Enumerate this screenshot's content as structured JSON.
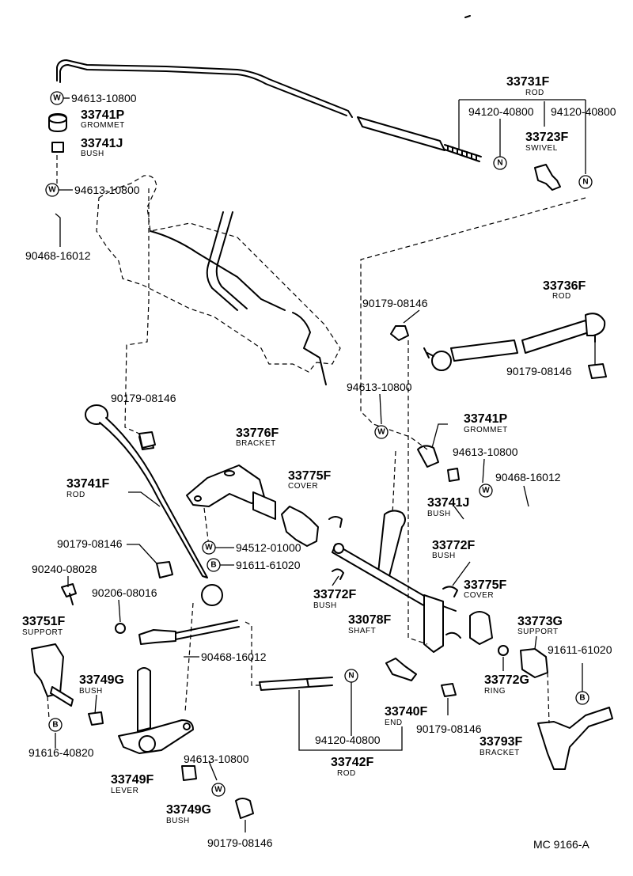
{
  "diagram_code": "MC 9166-A",
  "symbols": {
    "washer": "W",
    "nut": "N",
    "bolt": "B"
  },
  "parts": {
    "p94613_a": {
      "number": "94613-10800"
    },
    "p33741P_a": {
      "number": "33741P",
      "name": "GROMMET"
    },
    "p33741J_a": {
      "number": "33741J",
      "name": "BUSH"
    },
    "p94613_b": {
      "number": "94613-10800"
    },
    "p90468_a": {
      "number": "90468-16012"
    },
    "p33731F": {
      "number": "33731F",
      "name": "ROD"
    },
    "p94120_a": {
      "number": "94120-40800"
    },
    "p94120_b": {
      "number": "94120-40800"
    },
    "p33723F": {
      "number": "33723F",
      "name": "SWIVEL"
    },
    "p33736F": {
      "number": "33736F",
      "name": "ROD"
    },
    "p90179_a": {
      "number": "90179-08146"
    },
    "p90179_b": {
      "number": "90179-08146"
    },
    "p94613_c": {
      "number": "94613-10800"
    },
    "p90179_c": {
      "number": "90179-08146"
    },
    "p33741P_b": {
      "number": "33741P",
      "name": "GROMMET"
    },
    "p94613_d": {
      "number": "94613-10800"
    },
    "p90468_b": {
      "number": "90468-16012"
    },
    "p33741J_b": {
      "number": "33741J",
      "name": "BUSH"
    },
    "p33776F": {
      "number": "33776F",
      "name": "BRACKET"
    },
    "p33775F_a": {
      "number": "33775F",
      "name": "COVER"
    },
    "p33741F": {
      "number": "33741F",
      "name": "ROD"
    },
    "p94512": {
      "number": "94512-01000"
    },
    "p91611_a": {
      "number": "91611-61020"
    },
    "p90179_d": {
      "number": "90179-08146"
    },
    "p90240": {
      "number": "90240-08028"
    },
    "p90206": {
      "number": "90206-08016"
    },
    "p33772F_a": {
      "number": "33772F",
      "name": "BUSH"
    },
    "p33772F_b": {
      "number": "33772F",
      "name": "BUSH"
    },
    "p33775F_b": {
      "number": "33775F",
      "name": "COVER"
    },
    "p33078F": {
      "number": "33078F",
      "name": "SHAFT"
    },
    "p33773G": {
      "number": "33773G",
      "name": "SUPPORT"
    },
    "p91611_b": {
      "number": "91611-61020"
    },
    "p33751F": {
      "number": "33751F",
      "name": "SUPPORT"
    },
    "p90468_c": {
      "number": "90468-16012"
    },
    "p33749G_a": {
      "number": "33749G",
      "name": "BUSH"
    },
    "p33740F": {
      "number": "33740F",
      "name": "END"
    },
    "p90179_e": {
      "number": "90179-08146"
    },
    "p33772G": {
      "number": "33772G",
      "name": "RING"
    },
    "p91616": {
      "number": "91616-40820"
    },
    "p33749F": {
      "number": "33749F",
      "name": "LEVER"
    },
    "p94613_e": {
      "number": "94613-10800"
    },
    "p33749G_b": {
      "number": "33749G",
      "name": "BUSH"
    },
    "p94120_c": {
      "number": "94120-40800"
    },
    "p33742F": {
      "number": "33742F",
      "name": "ROD"
    },
    "p33793F": {
      "number": "33793F",
      "name": "BRACKET"
    },
    "p90179_f": {
      "number": "90179-08146"
    }
  }
}
